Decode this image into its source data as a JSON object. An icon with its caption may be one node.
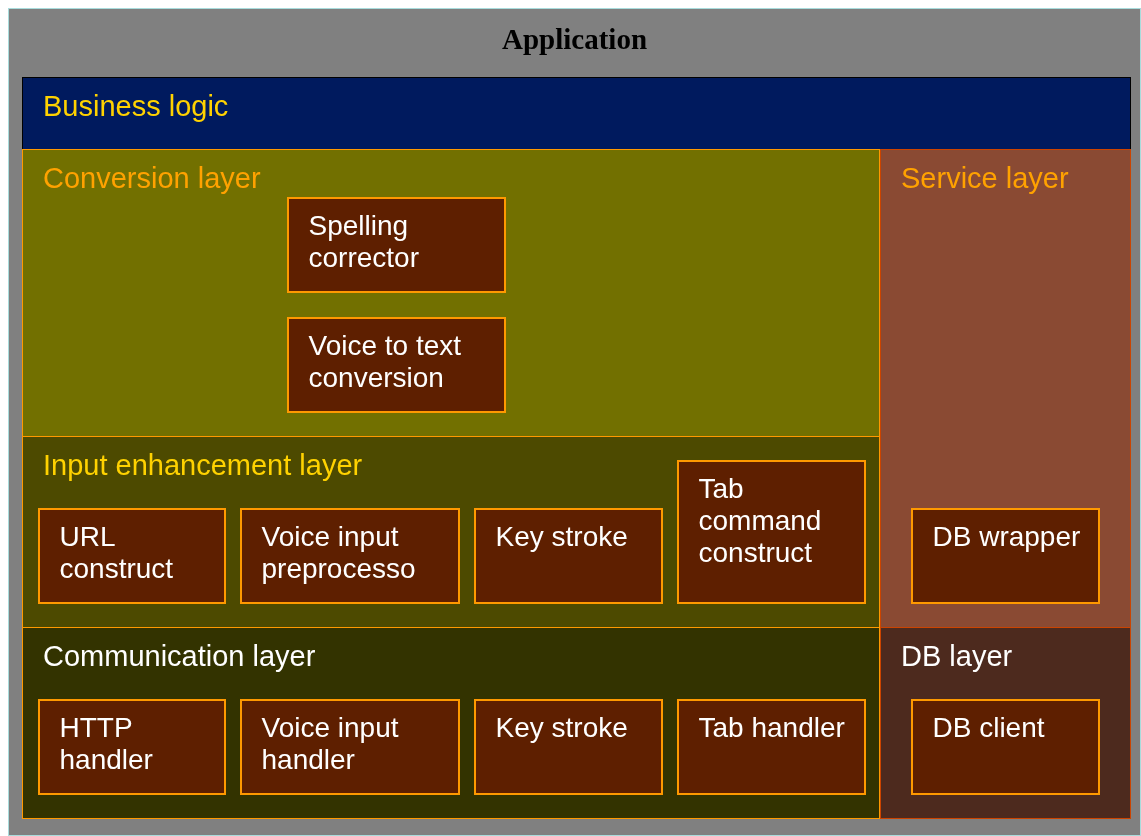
{
  "diagram": {
    "nodes": [
      {
        "text": [
          "Application"
        ]
      },
      {
        "text": [
          "Business logic"
        ],
        "in": 0
      },
      {
        "text": [
          "Conversion layer"
        ],
        "in": 0
      },
      {
        "text": [
          "Spelling corrector"
        ],
        "in": 2
      },
      {
        "text": [
          "Voice to text conversion"
        ],
        "in": 2
      },
      {
        "text": [
          "Service layer"
        ],
        "in": 0
      },
      {
        "text": [
          "Input enhancement layer"
        ],
        "in": 0
      },
      {
        "text": [
          "URL construct"
        ],
        "in": 6
      },
      {
        "text": [
          "Voice input preprocesso"
        ],
        "in": 6
      },
      {
        "text": [
          "Key stroke"
        ],
        "in": 6
      },
      {
        "text": [
          "Tab command construct"
        ],
        "in": 6
      },
      {
        "text": [
          "DB wrapper"
        ],
        "in": 5
      },
      {
        "text": [
          "Communication layer"
        ],
        "in": 0
      },
      {
        "text": [
          "HTTP handler"
        ],
        "in": 12
      },
      {
        "text": [
          "Voice input handler"
        ],
        "in": 12
      },
      {
        "text": [
          "Key stroke"
        ],
        "in": 12
      },
      {
        "text": [
          "Tab handler"
        ],
        "in": 12
      },
      {
        "text": [
          "DB layer"
        ],
        "in": 0
      },
      {
        "text": [
          "DB client"
        ],
        "in": 17
      }
    ]
  }
}
